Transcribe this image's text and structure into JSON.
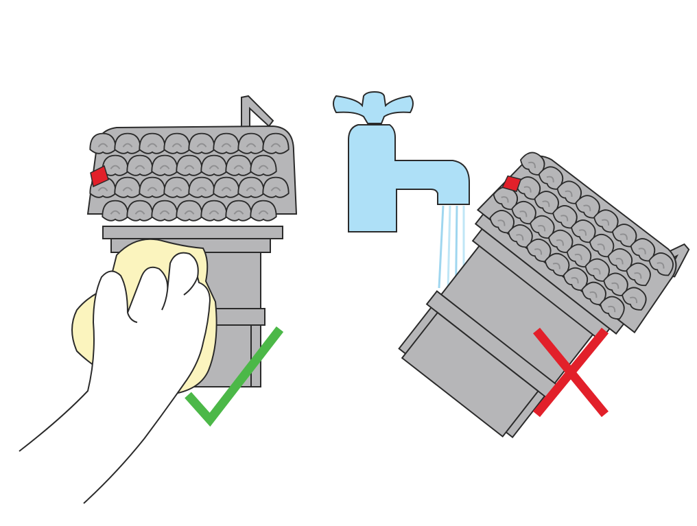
{
  "panels": [
    {
      "id": "correct",
      "action": "wipe-with-cloth",
      "verdict": "check-mark-icon",
      "verdict_color": "#4cb848"
    },
    {
      "id": "incorrect",
      "action": "rinse-under-tap",
      "verdict": "cross-mark-icon",
      "verdict_color": "#e2202a"
    }
  ],
  "colors": {
    "cyclone_grey": "#b6b6b8",
    "cyclone_dark": "#8f8f91",
    "outline": "#2a2a2a",
    "release_red": "#e2202a",
    "cloth_yellow": "#fbf4be",
    "tap_blue": "#aee0f7",
    "water_blue": "#cdeefa"
  }
}
